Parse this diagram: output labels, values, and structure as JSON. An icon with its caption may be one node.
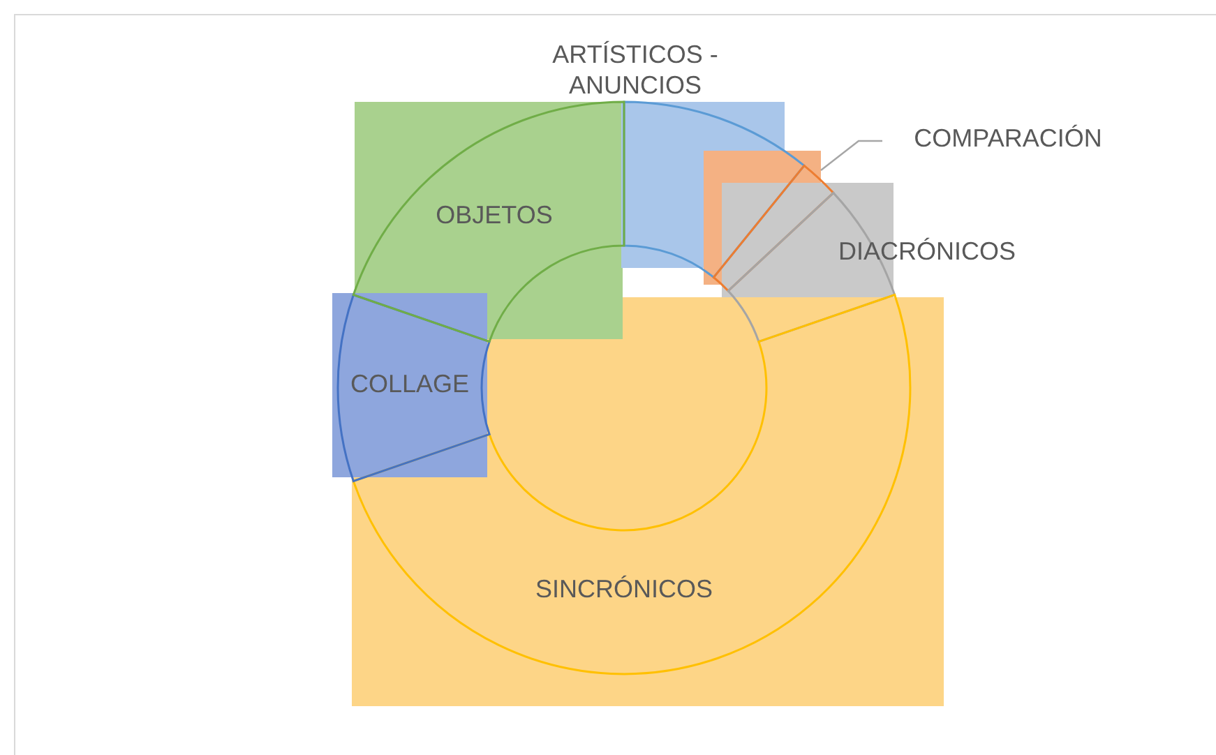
{
  "diagram": {
    "nodes": [
      {
        "text": [
          "ARTÍSTICOS - ANUNCIOS"
        ]
      },
      {
        "text": [
          "OBJETOS"
        ]
      },
      {
        "text": [
          "COMPARACIÓN"
        ]
      },
      {
        "text": [],
        "shape": "box"
      },
      {
        "text": [
          "DIACRÓNICOS"
        ]
      },
      {
        "text": [
          "COLLAGE"
        ]
      },
      {
        "text": [
          "SINCRÓNICOS"
        ]
      }
    ],
    "edges": [
      {
        "from": 2,
        "to": 3,
        "arrow": "none"
      }
    ]
  }
}
